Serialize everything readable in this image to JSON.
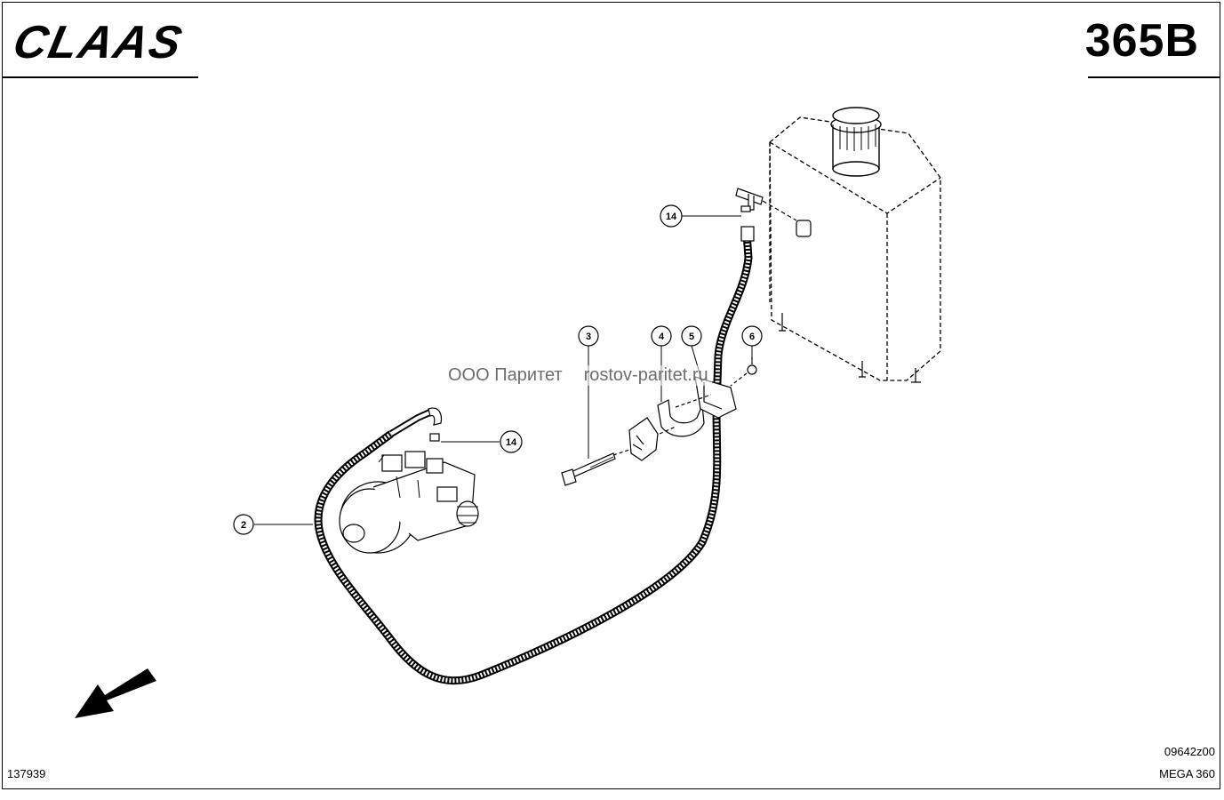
{
  "header": {
    "brand": "CLAAS",
    "page_number": "365B"
  },
  "watermark": {
    "company": "ООО Паритет",
    "site": "rostov-paritet.ru"
  },
  "callouts": [
    {
      "id": "2",
      "label": "2"
    },
    {
      "id": "3",
      "label": "3"
    },
    {
      "id": "4",
      "label": "4"
    },
    {
      "id": "5",
      "label": "5"
    },
    {
      "id": "6",
      "label": "6"
    },
    {
      "id": "14a",
      "label": "14"
    },
    {
      "id": "14b",
      "label": "14"
    }
  ],
  "footer": {
    "drawing_number": "137939",
    "doc_code": "09642z00",
    "model": "MEGA 360"
  },
  "icons": [
    "direction-arrow-icon"
  ]
}
